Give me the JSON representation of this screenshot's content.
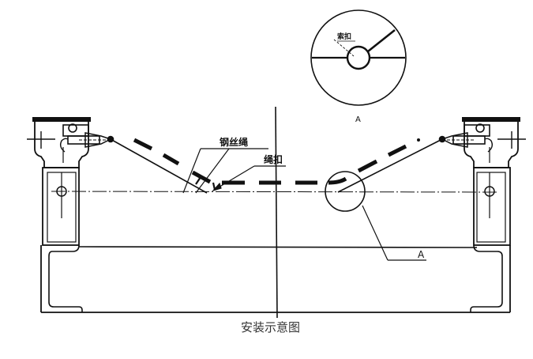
{
  "diagram": {
    "caption": "安装示意图",
    "labels": {
      "wire_rope": "钢丝绳",
      "rope_clip": "绳扣",
      "detail_ref": "A",
      "detail_title": "A",
      "detail_clip": "索扣"
    },
    "colors": {
      "line": "#111111",
      "background": "#ffffff",
      "caption": "#333333"
    }
  }
}
